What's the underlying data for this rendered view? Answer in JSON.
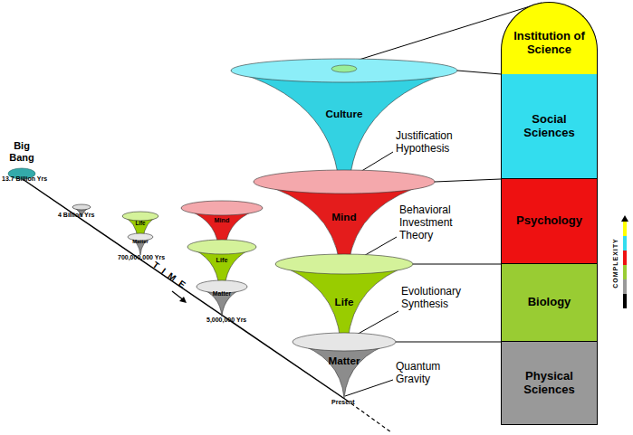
{
  "diagram": {
    "nodes": [
      {
        "text": [
          "Big Bang",
          "13.7 Billion Yrs"
        ]
      },
      {
        "text": [
          "Life"
        ]
      },
      {
        "text": [
          "Matter"
        ]
      },
      {
        "text": [
          "Mind"
        ]
      },
      {
        "text": [
          "Life"
        ]
      },
      {
        "text": [
          "Matter"
        ]
      },
      {
        "text": [
          "Culture"
        ]
      },
      {
        "text": [
          "Mind"
        ]
      },
      {
        "text": [
          "Life"
        ]
      },
      {
        "text": [
          "Matter"
        ]
      },
      {
        "text": [
          "Institution of Science"
        ]
      },
      {
        "text": [
          "Social Sciences"
        ]
      },
      {
        "text": [
          "Psychology"
        ]
      },
      {
        "text": [
          "Biology"
        ]
      },
      {
        "text": [
          "Physical Sciences"
        ]
      }
    ],
    "edges": [
      {
        "from": 6,
        "to": 10,
        "arrow": "none"
      }
    ],
    "labels": [
      "4 Billion Yrs",
      "700,000,000 Yrs",
      "5,000,000 Yrs",
      "TIME",
      "Justification Hypothesis",
      "Behavioral Investment Theory",
      "Evolutionary Synthesis",
      "Quantum Gravity",
      "Present",
      "COMPLEXITY"
    ]
  }
}
